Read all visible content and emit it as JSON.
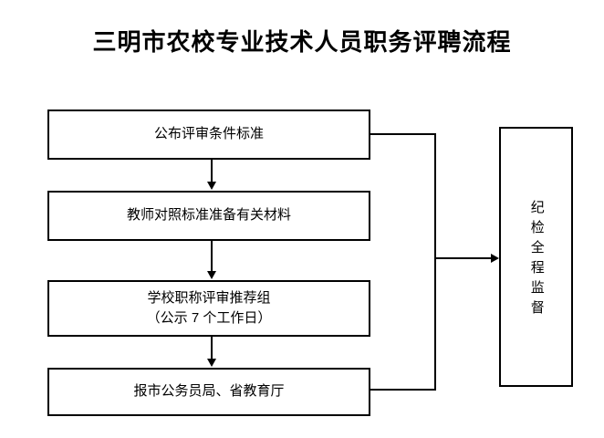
{
  "title": "三明市农校专业技术人员职务评聘流程",
  "flowchart": {
    "orientation": "vertical-with-side-branch",
    "nodes": [
      {
        "id": "publish-criteria",
        "label": "公布评审条件标准",
        "label_line2": ""
      },
      {
        "id": "teacher-prepare",
        "label": "教师对照标准准备有关材料",
        "label_line2": ""
      },
      {
        "id": "school-review-group",
        "label": "学校职称评审推荐组",
        "label_line2": "（公示 7 个工作日）"
      },
      {
        "id": "submit-bureau",
        "label": "报市公务员局、省教育厅",
        "label_line2": ""
      },
      {
        "id": "discipline-oversight",
        "label": "纪检全程监督",
        "label_line2": ""
      }
    ],
    "connector_labels": {
      "down_1": "",
      "down_2": "",
      "down_3": "",
      "branch_to_oversight": ""
    },
    "colors": {
      "stroke": "#000000",
      "fill": "#ffffff",
      "text": "#000000"
    }
  }
}
